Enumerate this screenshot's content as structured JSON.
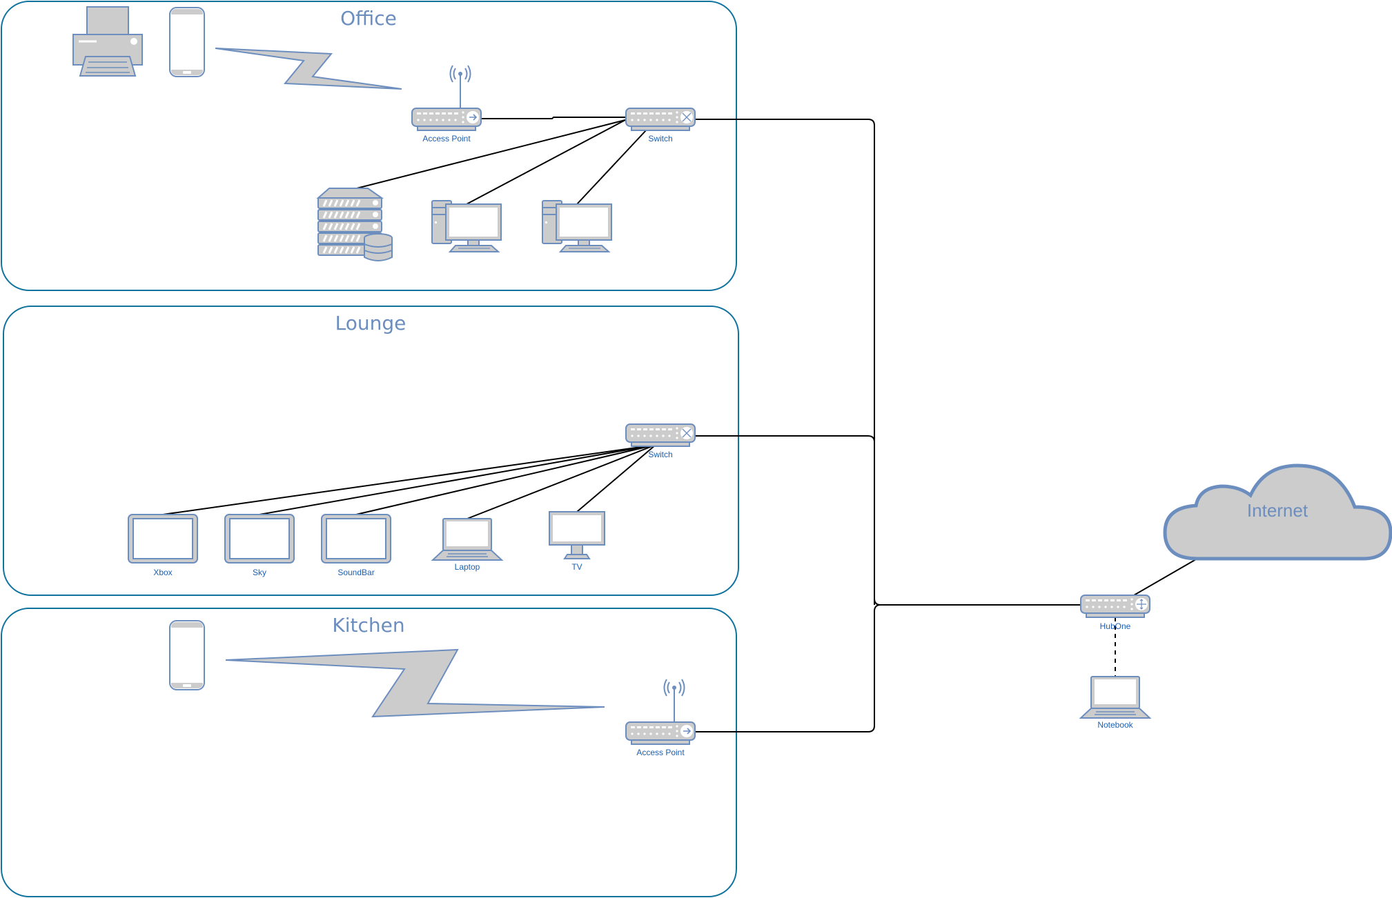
{
  "rooms": {
    "office": {
      "title": "Office"
    },
    "lounge": {
      "title": "Lounge"
    },
    "kitchen": {
      "title": "Kitchen"
    }
  },
  "devices": {
    "office_access_point": {
      "label": "Access Point",
      "type": "access-point"
    },
    "office_switch": {
      "label": "Switch",
      "type": "switch"
    },
    "office_printer": {
      "label": "",
      "type": "printer"
    },
    "office_phone": {
      "label": "",
      "type": "mobile-phone"
    },
    "office_server": {
      "label": "",
      "type": "database-server"
    },
    "office_pc_1": {
      "label": "",
      "type": "desktop-pc"
    },
    "office_pc_2": {
      "label": "",
      "type": "desktop-pc"
    },
    "lounge_switch": {
      "label": "Switch",
      "type": "switch"
    },
    "lounge_xbox": {
      "label": "Xbox",
      "type": "tablet"
    },
    "lounge_sky": {
      "label": "Sky",
      "type": "tablet"
    },
    "lounge_soundbar": {
      "label": "SoundBar",
      "type": "tablet"
    },
    "lounge_laptop": {
      "label": "Laptop",
      "type": "laptop"
    },
    "lounge_tv": {
      "label": "TV",
      "type": "monitor"
    },
    "kitchen_phone": {
      "label": "",
      "type": "mobile-phone"
    },
    "kitchen_access_point": {
      "label": "Access Point",
      "type": "access-point"
    },
    "hub": {
      "label": "HubOne",
      "type": "router"
    },
    "notebook": {
      "label": "Notebook",
      "type": "laptop"
    },
    "internet": {
      "label": "Internet",
      "type": "cloud"
    }
  },
  "connections": [
    {
      "from": "office_access_point",
      "to": "office_switch",
      "style": "solid"
    },
    {
      "from": "office_switch",
      "to": "office_server",
      "style": "solid"
    },
    {
      "from": "office_switch",
      "to": "office_pc_1",
      "style": "solid"
    },
    {
      "from": "office_switch",
      "to": "office_pc_2",
      "style": "solid"
    },
    {
      "from": "office_phone",
      "to": "office_access_point",
      "style": "wireless"
    },
    {
      "from": "lounge_switch",
      "to": "lounge_xbox",
      "style": "solid"
    },
    {
      "from": "lounge_switch",
      "to": "lounge_sky",
      "style": "solid"
    },
    {
      "from": "lounge_switch",
      "to": "lounge_soundbar",
      "style": "solid"
    },
    {
      "from": "lounge_switch",
      "to": "lounge_laptop",
      "style": "solid"
    },
    {
      "from": "lounge_switch",
      "to": "lounge_tv",
      "style": "solid"
    },
    {
      "from": "kitchen_phone",
      "to": "kitchen_access_point",
      "style": "wireless"
    },
    {
      "from": "office_switch",
      "to": "hub",
      "style": "solid"
    },
    {
      "from": "lounge_switch",
      "to": "hub",
      "style": "solid"
    },
    {
      "from": "kitchen_access_point",
      "to": "hub",
      "style": "solid"
    },
    {
      "from": "hub",
      "to": "internet",
      "style": "solid"
    },
    {
      "from": "hub",
      "to": "notebook",
      "style": "dashed"
    }
  ],
  "colors": {
    "room_border": "#10739E",
    "title": "#6C8EBF",
    "device_fill": "#CCCCCC",
    "device_stroke": "#6C8EBF",
    "label": "#1A5FB4",
    "link": "#000000"
  }
}
